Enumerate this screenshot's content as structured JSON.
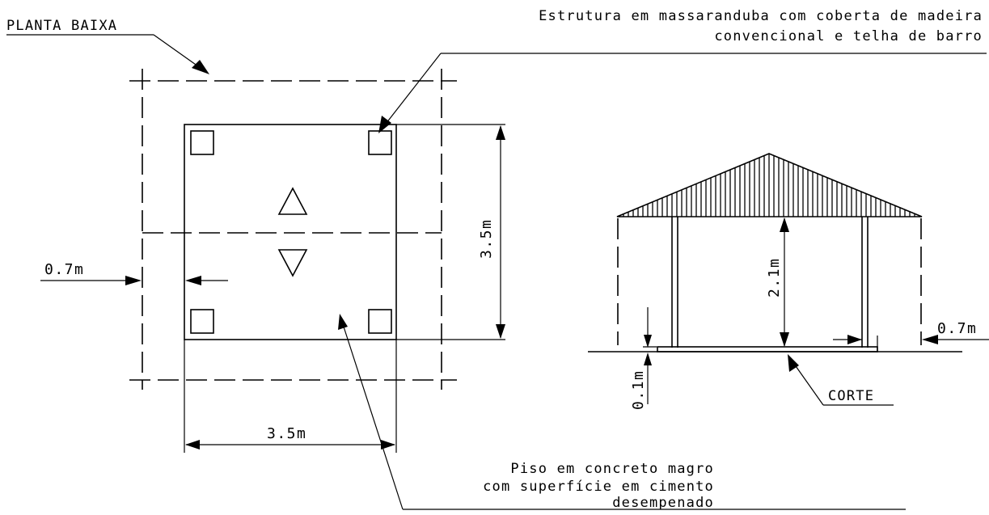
{
  "labels": {
    "plan_title": "PLANTA BAIXA",
    "structure_line1": "Estrutura em massaranduba com coberta de madeira",
    "structure_line2": "convencional e telha de barro",
    "floor_line1": "Piso em concreto magro",
    "floor_line2": "com superfície em cimento",
    "floor_line3": "desempenado",
    "section_title": "CORTE"
  },
  "dimensions": {
    "plan_height": "3.5m",
    "plan_width": "3.5m",
    "plan_overhang": "0.7m",
    "section_height": "2.1m",
    "section_overhang": "0.7m",
    "section_base": "0.1m"
  }
}
